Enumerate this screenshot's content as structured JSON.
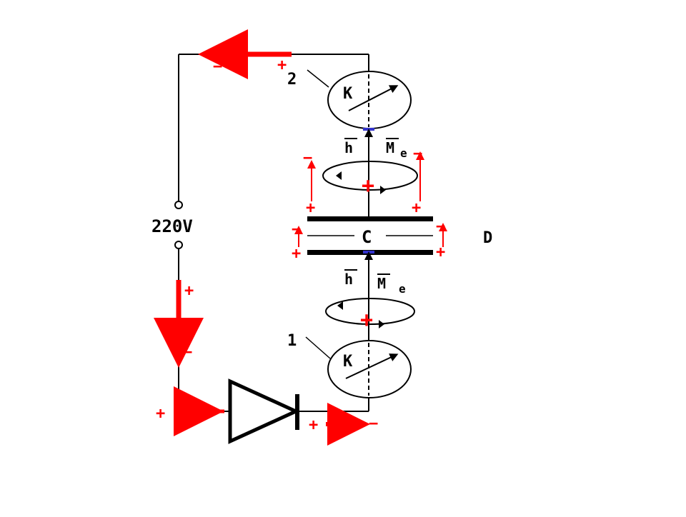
{
  "diagram": {
    "supply_label": "220V",
    "plate_label": "C",
    "side_label": "D",
    "meter_symbol": "K",
    "meter_numbers": {
      "upper": "2",
      "lower": "1"
    },
    "field_labels": {
      "h": "h",
      "M": "M",
      "e": "e"
    },
    "signs": {
      "plus": "+",
      "minus": "−"
    },
    "colors": {
      "wire": "#000000",
      "arrow": "#ff0000",
      "marker": "#3333cc"
    }
  }
}
